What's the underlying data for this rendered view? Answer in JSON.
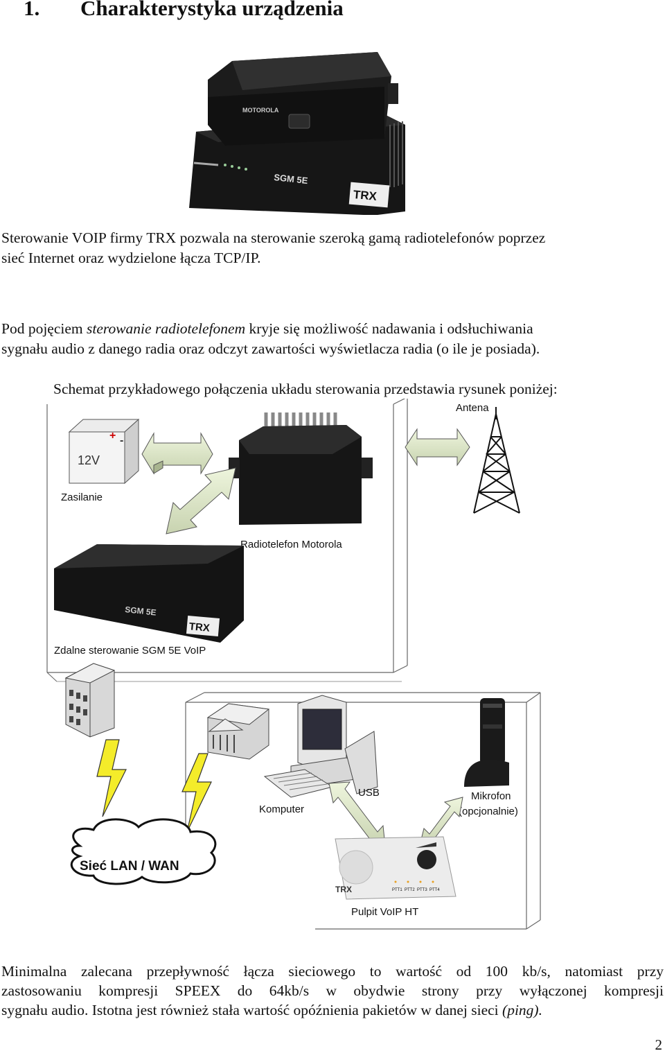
{
  "heading": {
    "number": "1.",
    "title": "Charakterystyka urządzenia"
  },
  "intro": {
    "line1": "Sterowanie VOIP firmy TRX pozwala na sterowanie szeroką gamą radiotelefonów poprzez",
    "line2": "sieć Internet oraz wydzielone łącza TCP/IP."
  },
  "definition": {
    "prefix": "Pod pojęciem ",
    "term": "sterowanie radiotelefonem",
    "rest1": " kryje się możliwość nadawania i odsłuchiwania",
    "line2": "sygnału audio z danego radia oraz odczyt zawartości wyświetlacza radia (o ile je posiada)."
  },
  "schema_caption": "Schemat przykładowego połączenia układu sterowania przedstawia rysunek poniżej:",
  "photo_labels": {
    "motorola_logo": "MOTOROLA",
    "sgm_label": "SGM 5E",
    "trx_logo": "TRX"
  },
  "diagram": {
    "battery_voltage": "12V",
    "battery_plus": "+",
    "battery_minus": "-",
    "power_label": "Zasilanie",
    "radio_label": "Radiotelefon Motorola",
    "antenna_label": "Antena",
    "remote_label": "Zdalne sterowanie SGM 5E VoIP",
    "network_label": "Sieć LAN / WAN",
    "computer_label": "Komputer",
    "usb_label": "USB",
    "mic_label": "Mikrofon",
    "mic_optional": "(opcjonalnie)",
    "console_label": "Pulpit VoIP HT",
    "console_buttons": [
      "PTT1",
      "PTT2",
      "PTT3",
      "PTT4"
    ]
  },
  "bandwidth": {
    "line1": "Minimalna zalecana przepływność łącza sieciowego to wartość od 100 kb/s, natomiast przy",
    "line2": "zastosowaniu kompresji SPEEX do 64kb/s w obydwie strony przy wyłączonej kompresji",
    "line3_prefix": "sygnału audio. Istotna jest również stała wartość opóźnienia pakietów w danej sieci ",
    "line3_italic": "(ping)."
  },
  "page_number": "2"
}
